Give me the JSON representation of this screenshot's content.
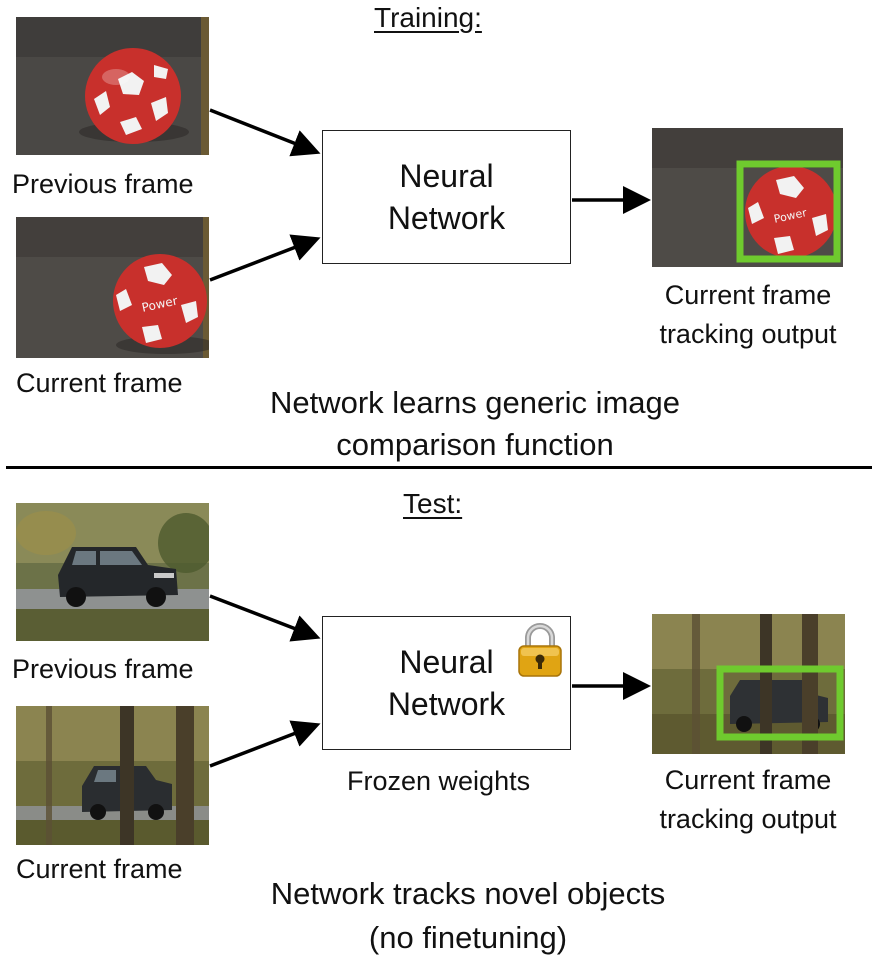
{
  "training": {
    "heading": "Training:",
    "previous_frame_label": "Previous frame",
    "current_frame_label": "Current frame",
    "network_line1": "Neural",
    "network_line2": "Network",
    "output_line1": "Current frame",
    "output_line2": "tracking output",
    "caption_line1": "Network learns generic image",
    "caption_line2": "comparison function"
  },
  "test": {
    "heading": "Test:",
    "previous_frame_label": "Previous frame",
    "current_frame_label": "Current frame",
    "network_line1": "Neural",
    "network_line2": "Network",
    "frozen_label": "Frozen weights",
    "output_line1": "Current frame",
    "output_line2": "tracking output",
    "caption_line1": "Network tracks novel objects",
    "caption_line2": "(no finetuning)"
  },
  "colors": {
    "tracking_box": "#6fca2e",
    "ball_red": "#c8302c",
    "arrow": "#000000"
  },
  "icons": [
    "lock-icon",
    "arrow-icon"
  ]
}
